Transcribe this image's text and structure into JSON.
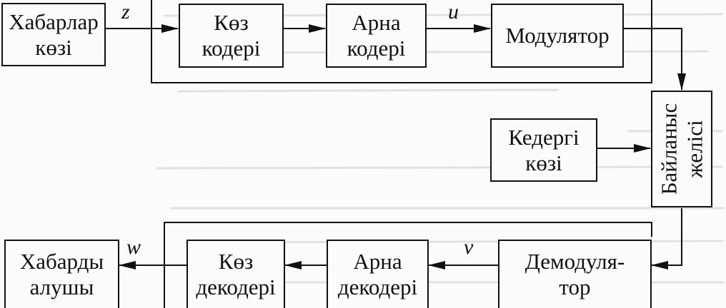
{
  "transmitter": {
    "source": "Хабарлар\nкөзі",
    "source_coder": "Көз\nкодері",
    "channel_coder": "Арна\nкодері",
    "modulator": "Модулятор"
  },
  "channel": {
    "line": "Байланыс\nжелісі",
    "noise": "Кедергі\nкөзі"
  },
  "receiver": {
    "demodulator": "Демодуля-\nтор",
    "channel_decoder": "Арна\nдекодері",
    "source_decoder": "Көз\nдекодері",
    "recipient": "Хабарды\nалушы"
  },
  "signals": {
    "z": "z",
    "u": "u",
    "v": "v",
    "w": "w"
  },
  "colors": {
    "ink": "#111111",
    "paper": "#fbfbf9",
    "ghost": "#c9c9c9"
  }
}
